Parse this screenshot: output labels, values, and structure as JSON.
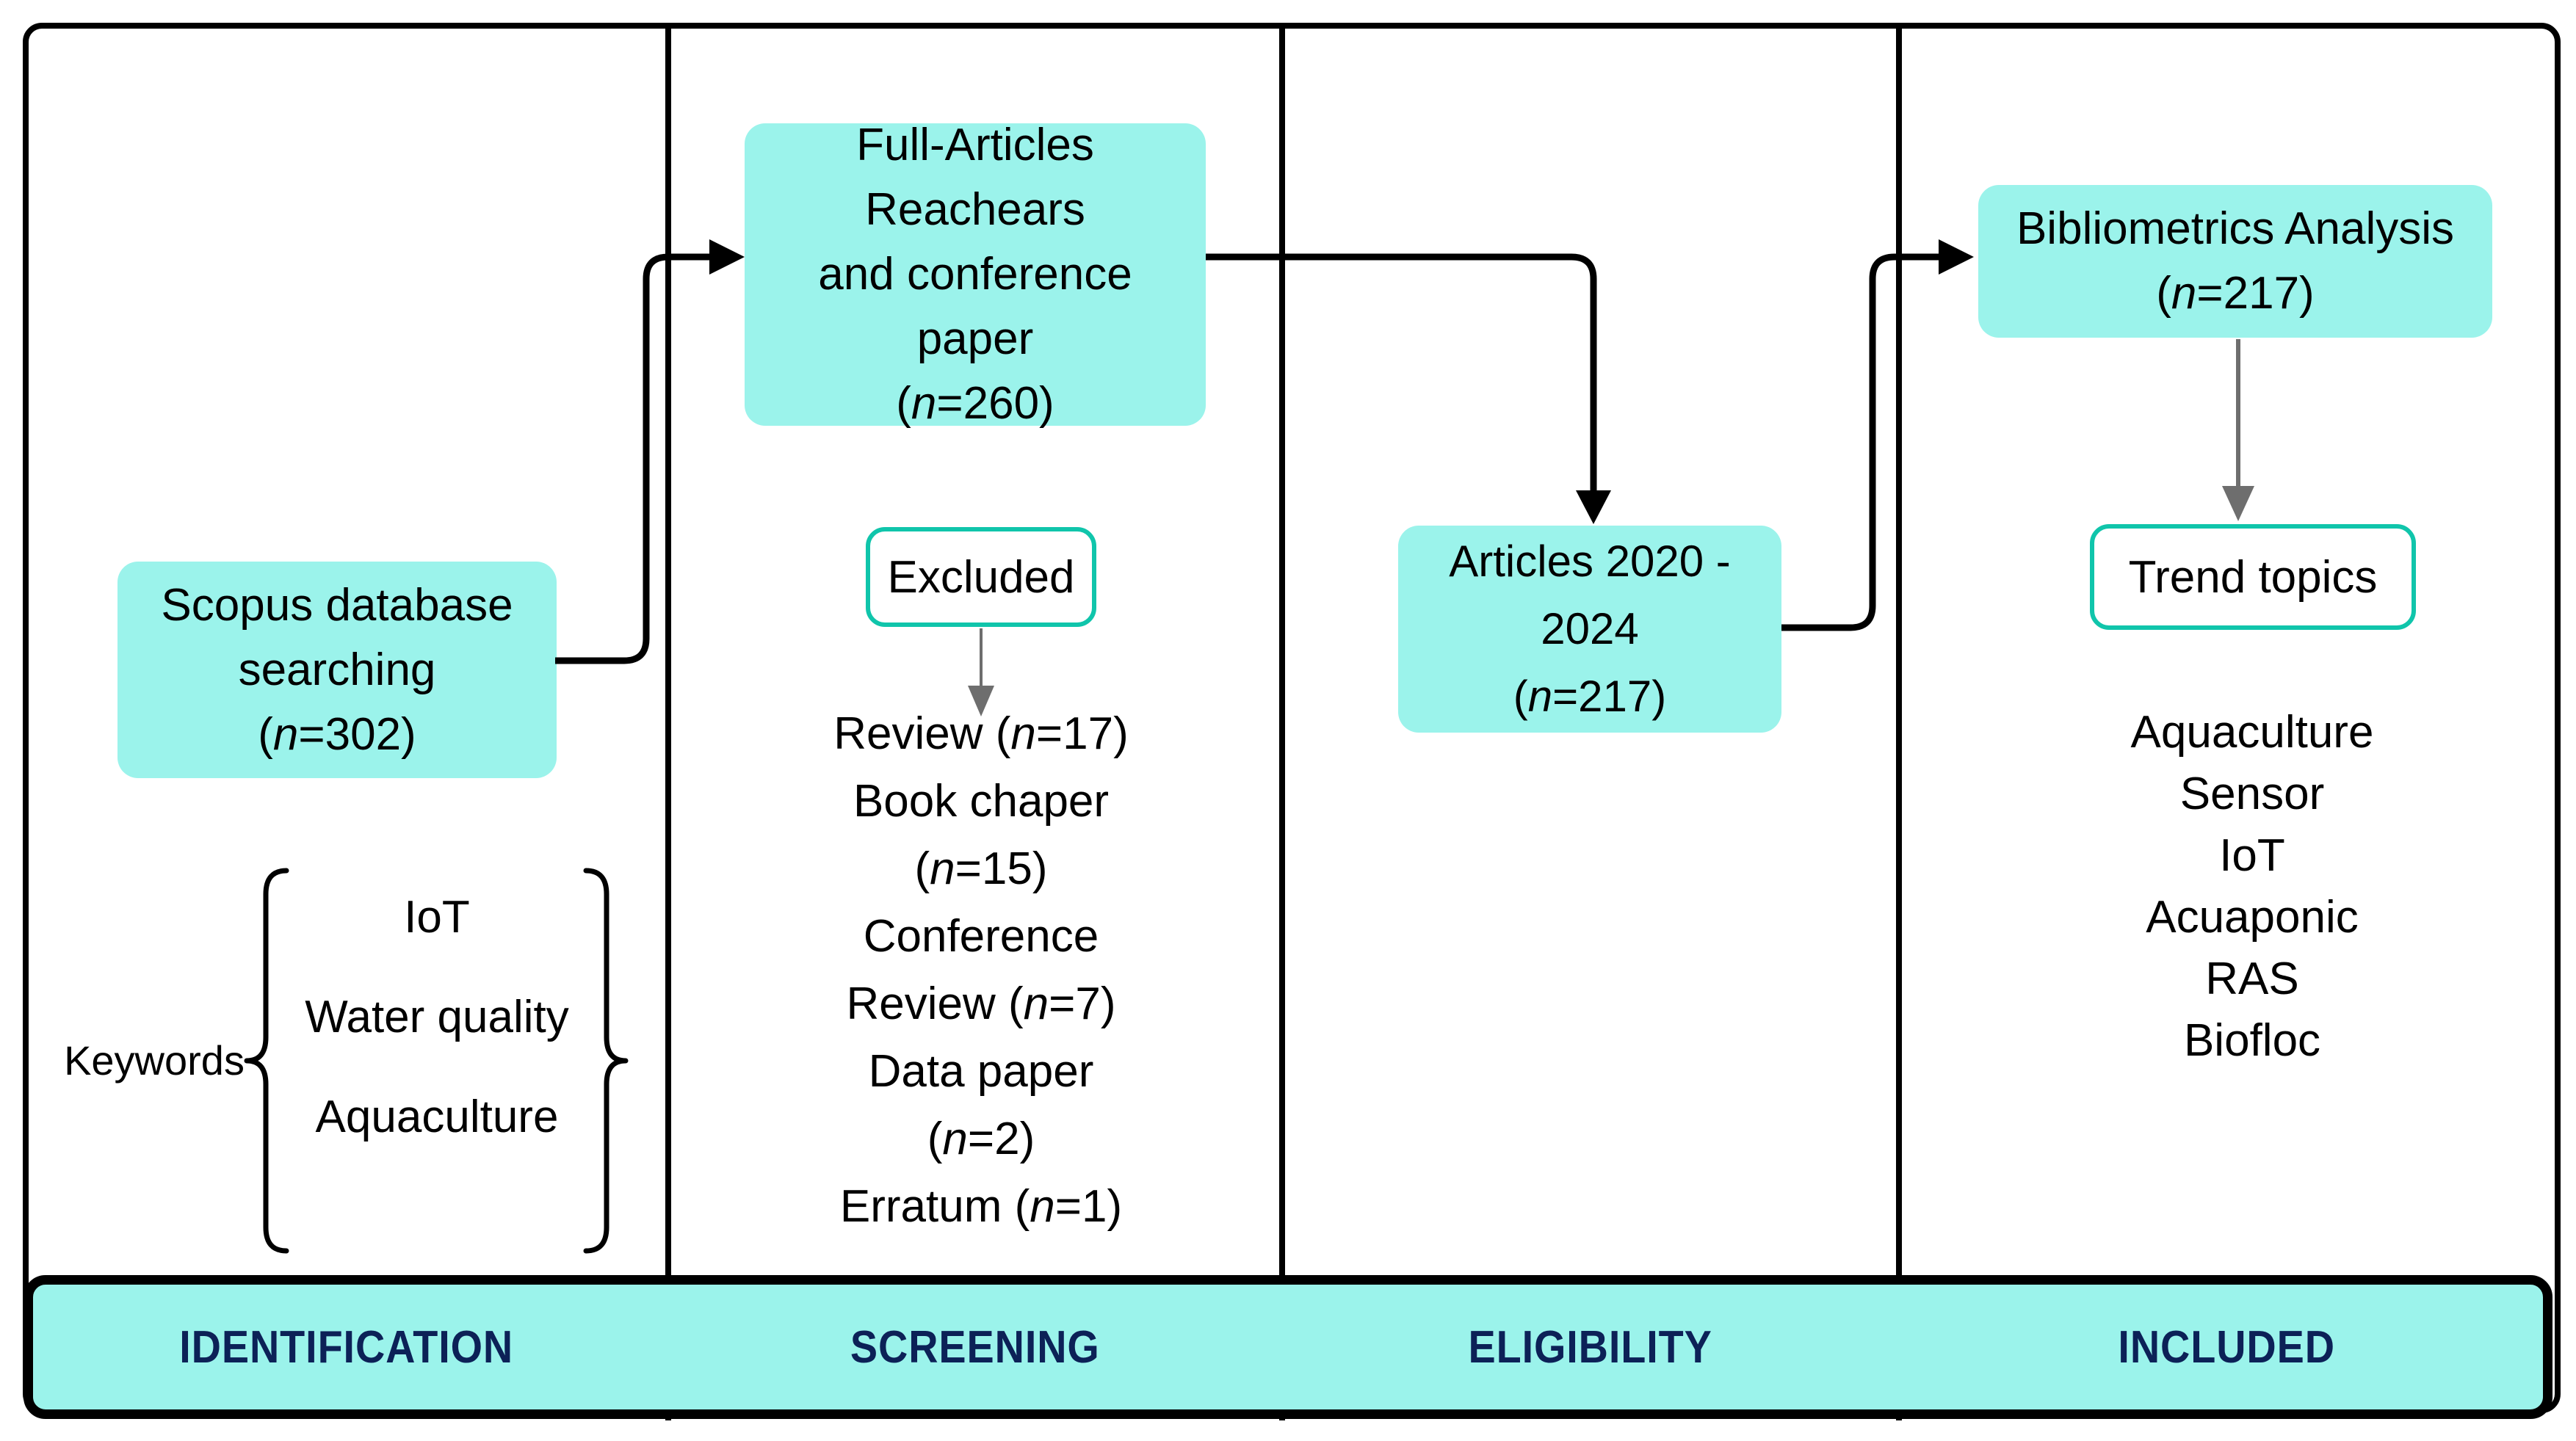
{
  "diagram_title": "PRISMA-style literature selection flow",
  "boxes": {
    "scopus": {
      "lines": [
        "Scopus database",
        "searching",
        "(n=302)"
      ]
    },
    "full_articles": {
      "lines": [
        "Full-Articles",
        "Reachears",
        "and conference",
        "paper",
        "(n=260)"
      ]
    },
    "articles": {
      "lines": [
        "Articles 2020 -",
        "2024",
        "(n=217)"
      ]
    },
    "bibliometrics": {
      "lines": [
        "Bibliometrics Analysis",
        "(n=217)"
      ]
    },
    "excluded_label": "Excluded",
    "trend_label": "Trend topics"
  },
  "keywords": {
    "label": "Keywords",
    "items": [
      "IoT",
      "Water quality",
      "Aquaculture"
    ]
  },
  "excluded_list": {
    "lines": [
      "Review (n=17)",
      "Book chaper",
      "(n=15)",
      "Conference",
      "Review (n=7)",
      "Data paper",
      "(n=2)",
      "Erratum (n=1)"
    ]
  },
  "trend_list": {
    "items": [
      "Aquaculture",
      "Sensor",
      "IoT",
      "Acuaponic",
      "RAS",
      "Biofloc"
    ]
  },
  "banner": {
    "labels": [
      "IDENTIFICATION",
      "SCREENING",
      "ELIGIBILITY",
      "INCLUDED"
    ]
  },
  "colors": {
    "box_fill": "#9bf3eb",
    "outline_teal": "#10c5ab",
    "banner_fill": "#9bf3eb",
    "banner_text": "#0c2157",
    "arrow_black": "#000000",
    "arrow_gray": "#6e6e6e"
  }
}
